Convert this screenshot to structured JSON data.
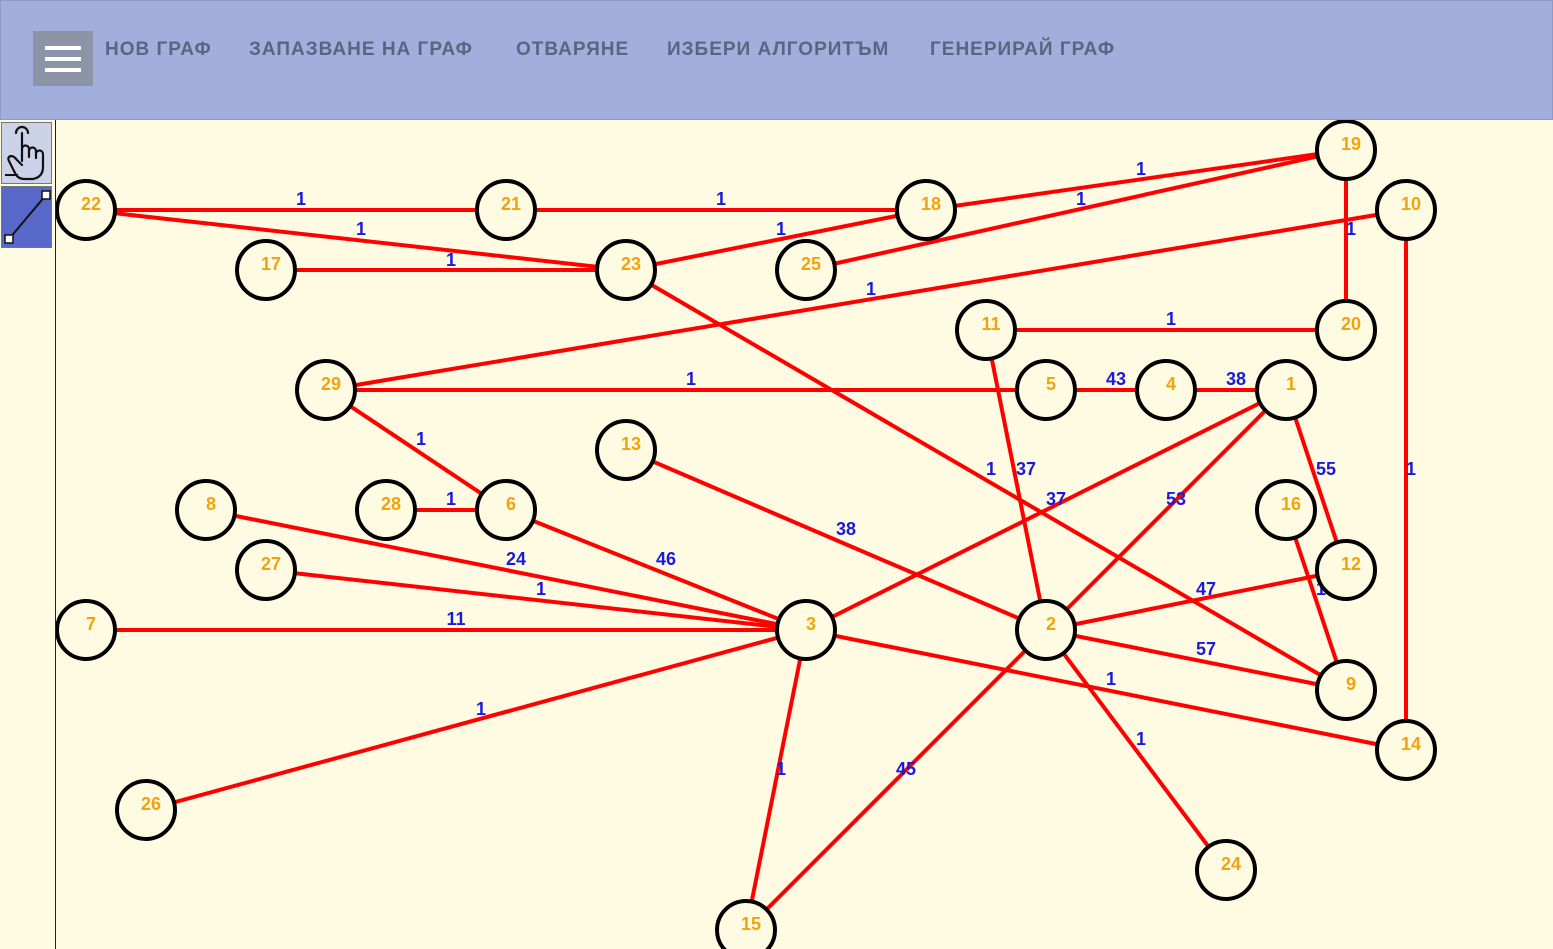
{
  "toolbar": {
    "menu_icon": "hamburger-icon",
    "items": [
      "НОВ ГРАФ",
      "ЗАПАЗВАНЕ НА ГРАФ",
      "ОТВАРЯНЕ",
      "ИЗБЕРИ АЛГОРИТЪМ",
      "ГЕНЕРИРАЙ ГРАФ"
    ]
  },
  "tools": [
    {
      "icon": "hand-pointer-icon",
      "active": false
    },
    {
      "icon": "draw-edge-icon",
      "active": true
    }
  ],
  "colors": {
    "edge": "#ff0000",
    "node_label": "#f2a20b",
    "edge_label": "#1a1add",
    "background": "#fffbe3",
    "header": "#a2aedc"
  },
  "graph": {
    "nodes": [
      "1",
      "2",
      "3",
      "4",
      "5",
      "6",
      "7",
      "8",
      "9",
      "10",
      "11",
      "12",
      "13",
      "14",
      "15",
      "16",
      "17",
      "18",
      "19",
      "20",
      "21",
      "22",
      "23",
      "24",
      "25",
      "26",
      "27",
      "28",
      "29"
    ],
    "edges": [
      {
        "from": "22",
        "to": "21",
        "weight": "1"
      },
      {
        "from": "21",
        "to": "18",
        "weight": "1"
      },
      {
        "from": "22",
        "to": "23",
        "weight": "1"
      },
      {
        "from": "17",
        "to": "23",
        "weight": "1"
      },
      {
        "from": "23",
        "to": "18",
        "weight": "1"
      },
      {
        "from": "18",
        "to": "19",
        "weight": "1"
      },
      {
        "from": "25",
        "to": "19",
        "weight": "1"
      },
      {
        "from": "19",
        "to": "20",
        "weight": "1"
      },
      {
        "from": "29",
        "to": "10",
        "weight": "1"
      },
      {
        "from": "10",
        "to": "14",
        "weight": "1"
      },
      {
        "from": "11",
        "to": "20",
        "weight": "1"
      },
      {
        "from": "29",
        "to": "5",
        "weight": "1"
      },
      {
        "from": "5",
        "to": "4",
        "weight": "43"
      },
      {
        "from": "4",
        "to": "1",
        "weight": "38"
      },
      {
        "from": "29",
        "to": "6",
        "weight": "1"
      },
      {
        "from": "28",
        "to": "6",
        "weight": "1"
      },
      {
        "from": "23",
        "to": "9",
        "weight": "1"
      },
      {
        "from": "11",
        "to": "2",
        "weight": "37"
      },
      {
        "from": "1",
        "to": "3",
        "weight": "37"
      },
      {
        "from": "1",
        "to": "2",
        "weight": "53"
      },
      {
        "from": "1",
        "to": "12",
        "weight": "55"
      },
      {
        "from": "13",
        "to": "2",
        "weight": "38"
      },
      {
        "from": "6",
        "to": "3",
        "weight": "46"
      },
      {
        "from": "8",
        "to": "3",
        "weight": "24"
      },
      {
        "from": "27",
        "to": "3",
        "weight": "1"
      },
      {
        "from": "7",
        "to": "3",
        "weight": "11"
      },
      {
        "from": "2",
        "to": "12",
        "weight": "47"
      },
      {
        "from": "16",
        "to": "9",
        "weight": "1"
      },
      {
        "from": "2",
        "to": "9",
        "weight": "57"
      },
      {
        "from": "3",
        "to": "14",
        "weight": "1"
      },
      {
        "from": "26",
        "to": "3",
        "weight": "1"
      },
      {
        "from": "3",
        "to": "15",
        "weight": "1"
      },
      {
        "from": "2",
        "to": "15",
        "weight": "45"
      },
      {
        "from": "2",
        "to": "24",
        "weight": "1"
      }
    ]
  }
}
